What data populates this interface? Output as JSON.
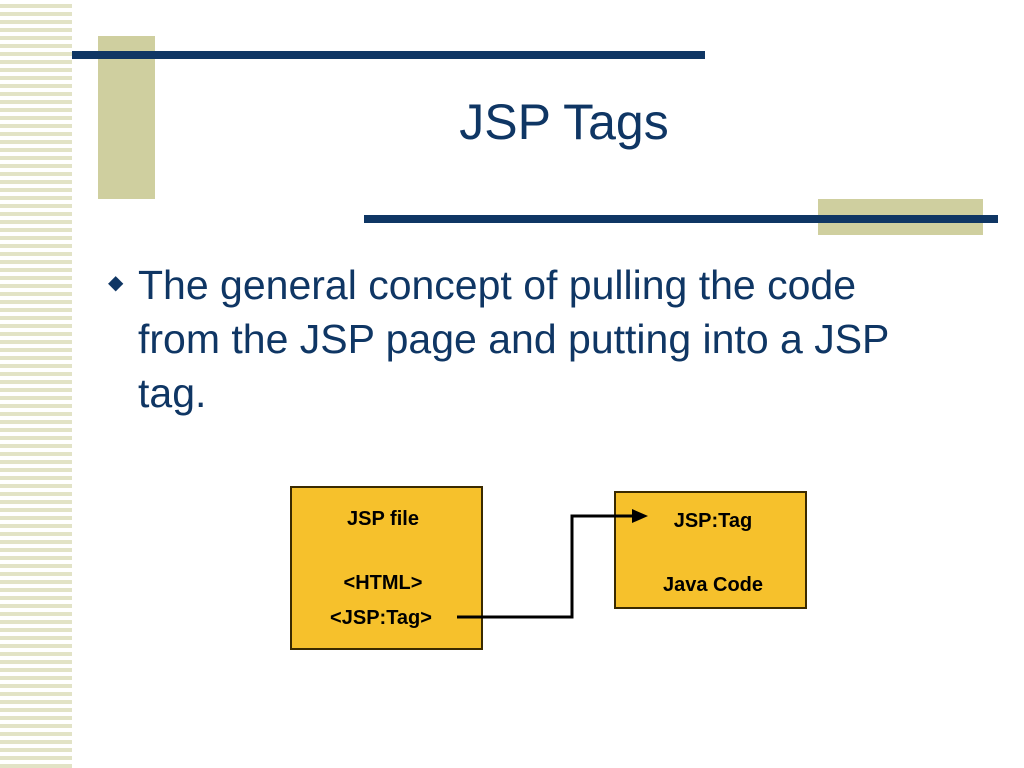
{
  "slide": {
    "title": "JSP Tags",
    "bullet": "The general concept of pulling the code from the JSP page and putting into a JSP tag."
  },
  "diagram": {
    "jsp_file_box": {
      "title": "JSP file",
      "line1": "<HTML>",
      "line2": "<JSP:Tag>"
    },
    "tag_box": {
      "title": "JSP:Tag",
      "line1": "Java Code"
    }
  },
  "colors": {
    "title_blue": "#0f3664",
    "accent_khaki": "#cfcf9f",
    "box_fill": "#f6c12c"
  }
}
